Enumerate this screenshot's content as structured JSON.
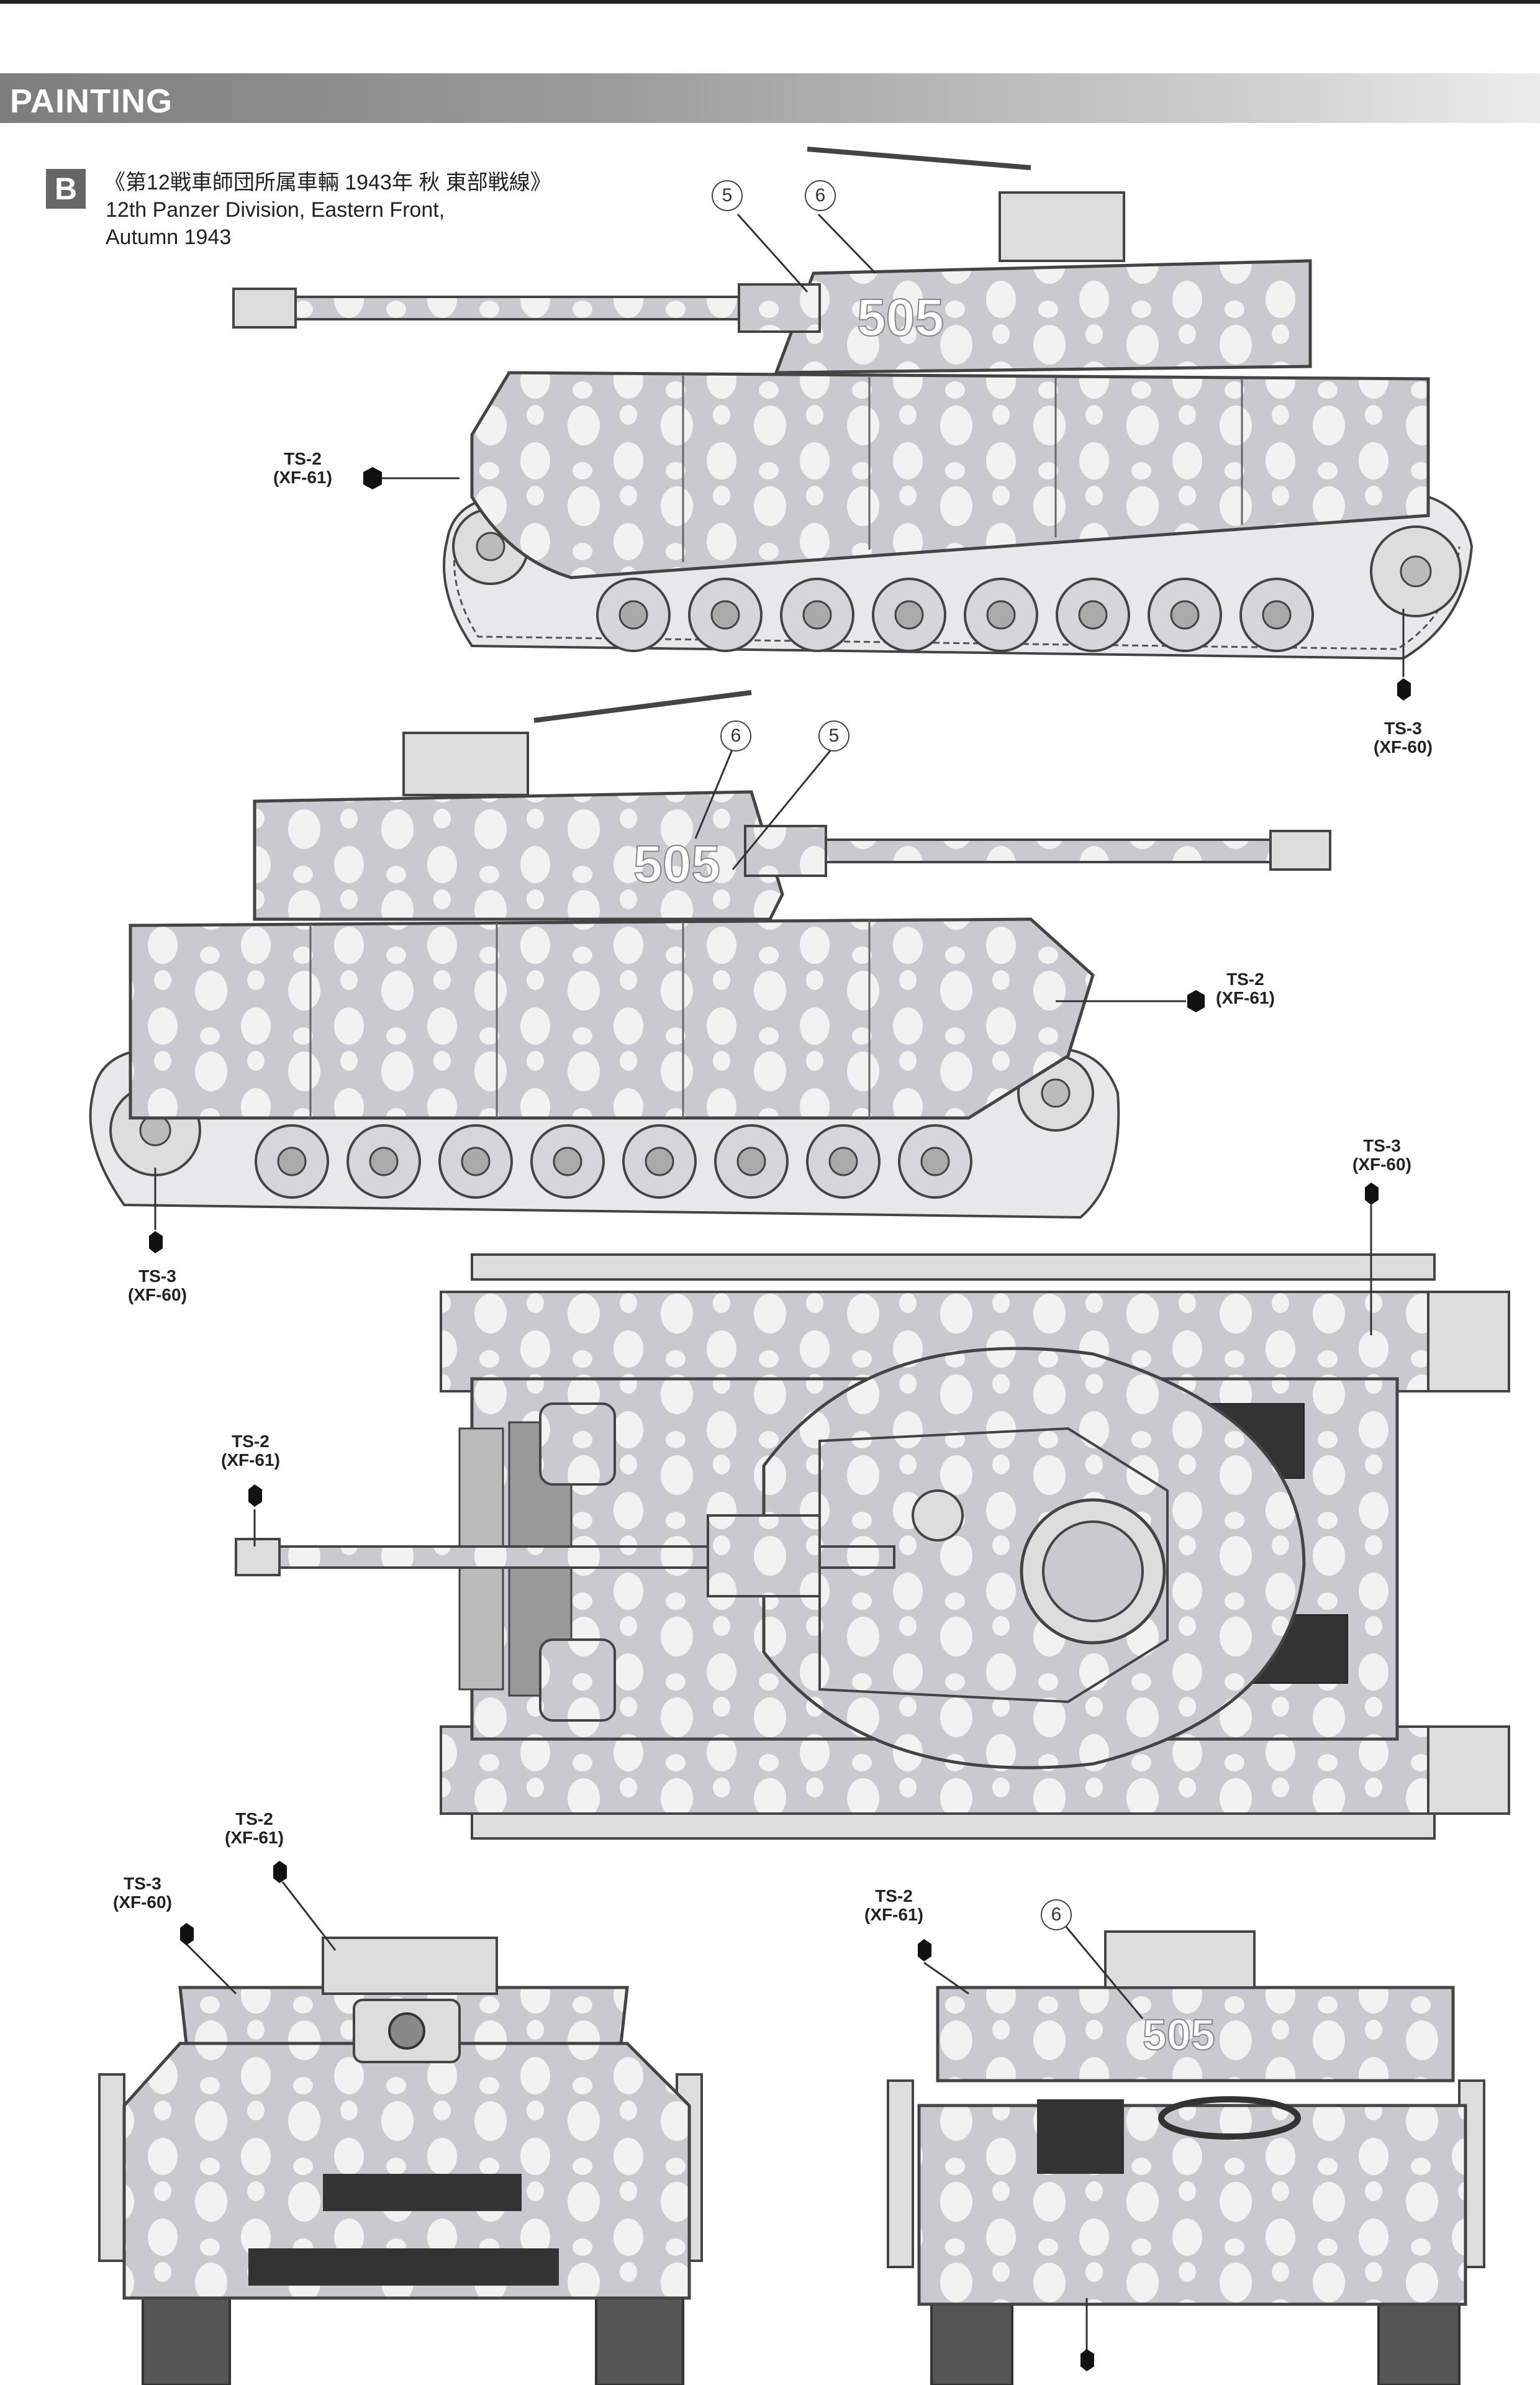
{
  "header": {
    "title": "PAINTING"
  },
  "scheme": {
    "badge": "B",
    "title_jp": "《第12戦車師団所属車輛 1943年 秋 東部戦線》",
    "title_en_line1": "12th Panzer Division, Eastern Front,",
    "title_en_line2": "Autumn 1943"
  },
  "turret_number": "505",
  "markers": {
    "m5": "5",
    "m6": "6"
  },
  "colors": {
    "base": "TS-3",
    "base_xf": "(XF-60)",
    "camo": "TS-2",
    "camo_xf": "(XF-61)",
    "base_hex": "#c9c9cf",
    "camo_hex": "#f2f2f2",
    "line_hex": "#444444"
  },
  "callouts": {
    "side1_camo": {
      "code": "TS-2",
      "xf": "(XF-61)"
    },
    "side1_base": {
      "code": "TS-3",
      "xf": "(XF-60)"
    },
    "side2_camo": {
      "code": "TS-2",
      "xf": "(XF-61)"
    },
    "side2_base": {
      "code": "TS-3",
      "xf": "(XF-60)"
    },
    "top_base": {
      "code": "TS-3",
      "xf": "(XF-60)"
    },
    "top_camo": {
      "code": "TS-2",
      "xf": "(XF-61)"
    },
    "front_camo": {
      "code": "TS-2",
      "xf": "(XF-61)"
    },
    "front_base": {
      "code": "TS-3",
      "xf": "(XF-60)"
    },
    "rear_camo": {
      "code": "TS-2",
      "xf": "(XF-61)"
    }
  }
}
